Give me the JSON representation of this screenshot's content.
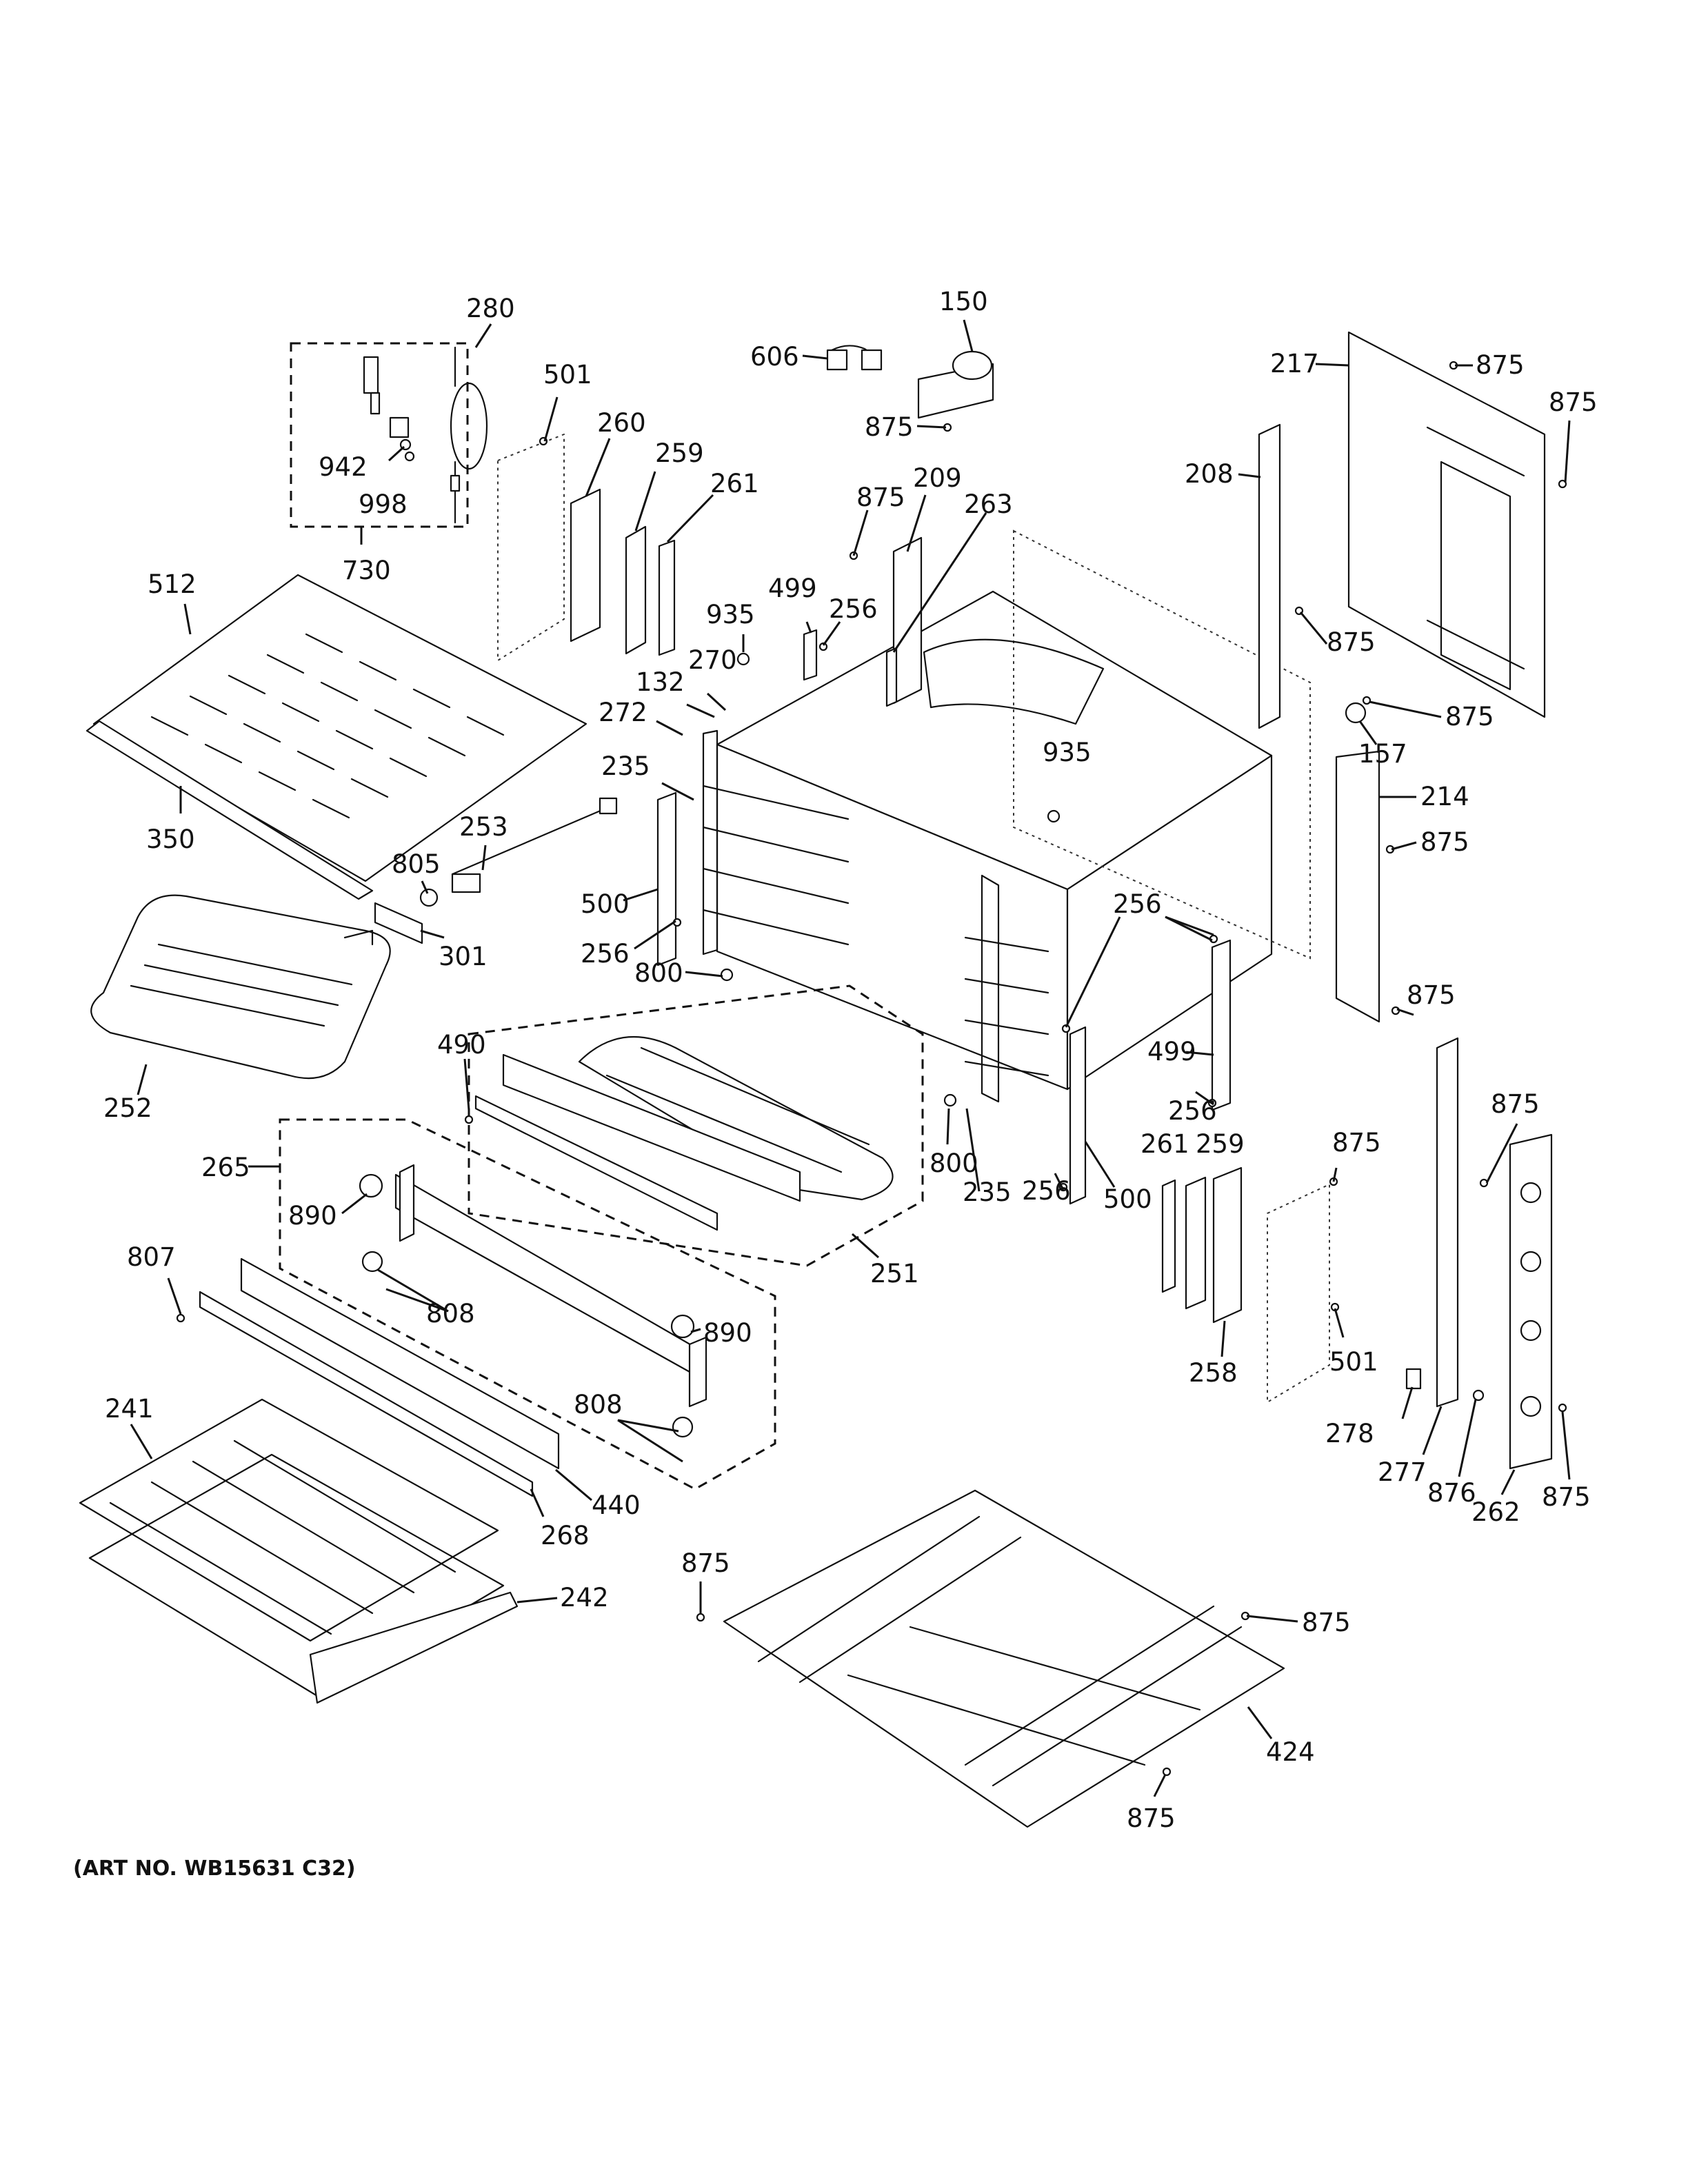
{
  "art_number": "(ART NO. WB15631 C32)",
  "labels": {
    "l150": "150",
    "l606": "606",
    "l875": "875",
    "l280": "280",
    "l501": "501",
    "l260": "260",
    "l259": "259",
    "l261": "261",
    "l942": "942",
    "l998": "998",
    "l730": "730",
    "l209": "209",
    "l263": "263",
    "l499": "499",
    "l256": "256",
    "l935": "935",
    "l270": "270",
    "l132": "132",
    "l272": "272",
    "l235": "235",
    "l512": "512",
    "l350": "350",
    "l253": "253",
    "l805": "805",
    "l500": "500",
    "l301": "301",
    "l800": "800",
    "l252": "252",
    "l490": "490",
    "l265": "265",
    "l890": "890",
    "l808": "808",
    "l807": "807",
    "l251": "251",
    "l241": "241",
    "l440": "440",
    "l268": "268",
    "l242": "242",
    "l217": "217",
    "l208": "208",
    "l157": "157",
    "l214": "214",
    "l258": "258",
    "l278": "278",
    "l277": "277",
    "l876": "876",
    "l262": "262",
    "l424": "424"
  }
}
